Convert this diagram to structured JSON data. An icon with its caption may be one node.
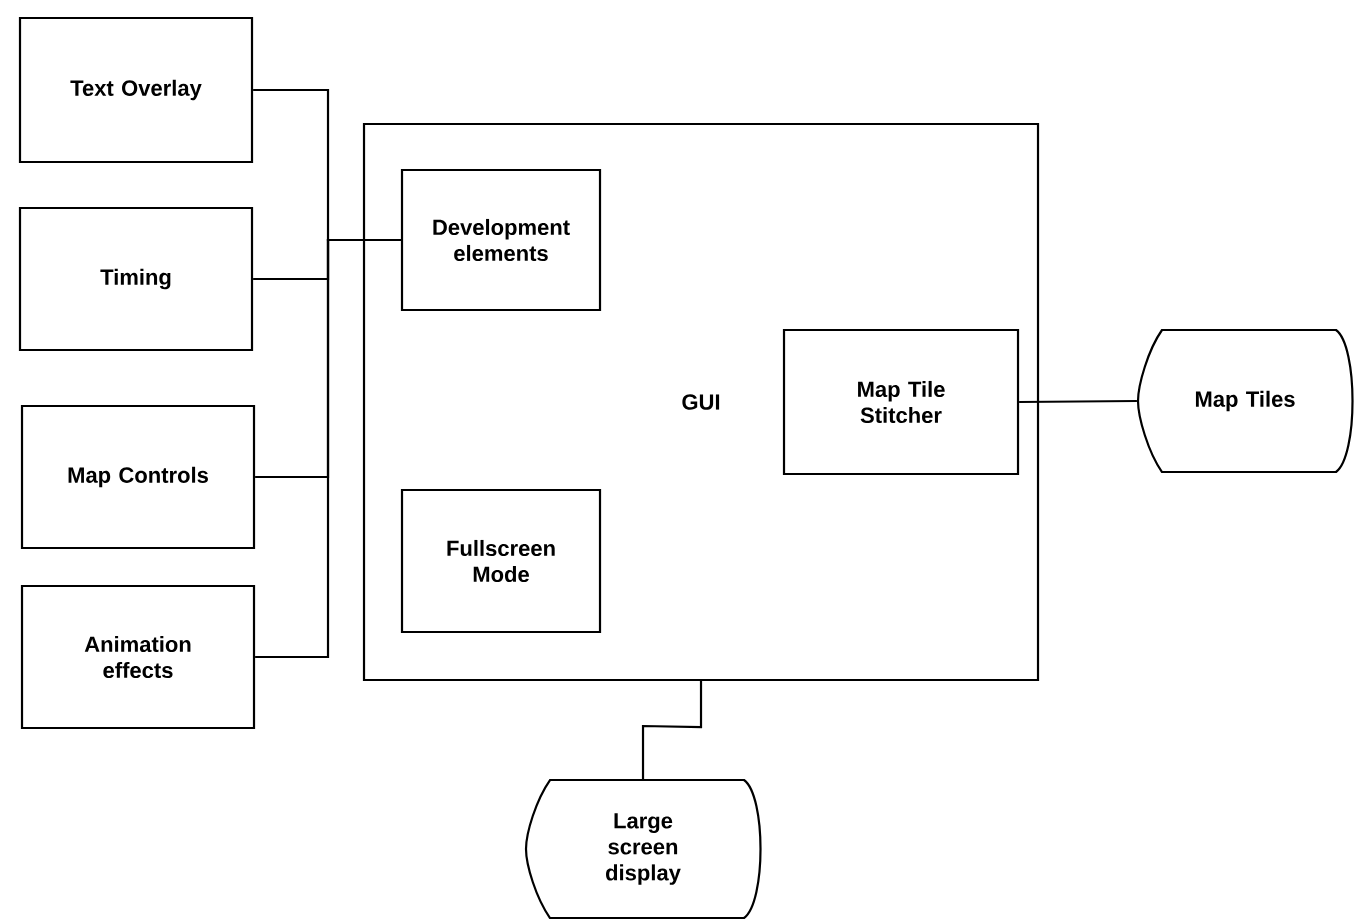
{
  "diagram": {
    "nodes": [
      {
        "text": [
          "Text Overlay"
        ]
      },
      {
        "text": [
          "Timing"
        ]
      },
      {
        "text": [
          "Map Controls"
        ]
      },
      {
        "text": [
          "Animation effects"
        ]
      },
      {
        "text": [
          "GUI"
        ]
      },
      {
        "text": [
          "Development elements"
        ],
        "in": 4
      },
      {
        "text": [
          "Map Tile Stitcher"
        ],
        "in": 4
      },
      {
        "text": [
          "Fullscreen Mode"
        ],
        "in": 4
      },
      {
        "text": [
          "Map Tiles"
        ]
      },
      {
        "text": [
          "Large screen display"
        ]
      }
    ],
    "edges": [
      {
        "from": 0,
        "to": 5,
        "arrow": "none"
      },
      {
        "from": 1,
        "to": 5,
        "arrow": "none"
      },
      {
        "from": 2,
        "to": 5,
        "arrow": "none"
      },
      {
        "from": 3,
        "to": 5,
        "arrow": "none"
      },
      {
        "from": 6,
        "to": 8,
        "arrow": "none"
      },
      {
        "from": 4,
        "to": 9,
        "arrow": "none"
      }
    ]
  }
}
